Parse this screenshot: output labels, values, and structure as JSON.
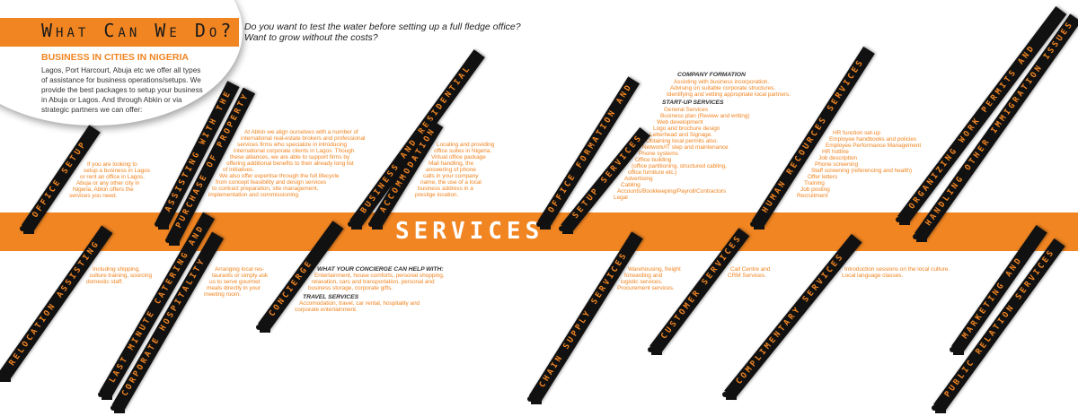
{
  "header": {
    "title": "What Can We Do?",
    "subtitle": "BUSINESS IN CITIES IN NIGERIA",
    "intro": "Lagos, Port Harcourt, Abuja etc we offer all types of assistance for business operations/setups. We provide the best packages to setup your business in Abuja or Lagos. And through Abkin or via strategic partners we can offer:"
  },
  "question": [
    "Do you want to test the water before setting up a full fledge office?",
    "Want to grow without the costs?"
  ],
  "band_title": "SERVICES",
  "colors": {
    "accent": "#f18522",
    "ribbon": "#111111"
  },
  "ribbons": [
    "Office Setup",
    "Assisting with the",
    "purchase of property",
    "Business and residential",
    "accommodation",
    "Office formation and",
    "setup services",
    "Human Recources services",
    "Organizing work permits and",
    "handling other immigration issues",
    "Relocation assisting",
    "Last minute catering and",
    "corporate hospitality",
    "Concierge",
    "Chain supply services",
    "Customer services",
    "Complimentary services",
    "Marketing and",
    "Public relation services"
  ],
  "blocks": {
    "office_setup": [
      "If you are looking to",
      "setup a business in Lagos",
      "or rent an office in Lagos,",
      "Abuja or any other city in",
      "Nigeria, Abkin offers the",
      "services you need."
    ],
    "property": [
      "At Abkin we align ourselves with a number of",
      "international real-estate brokers and professional",
      "services firms who specialize in introducing",
      "international corporate clients in Lagos. Though",
      "these alliances, we are able to support firms by",
      "offering additional benefits to their already long list",
      "of initiatives.",
      "We also offer expertise through the full lifecycle",
      "from concept feasibility and design services",
      "to contract preparation, site management,",
      "implementation and commissioning."
    ],
    "accommodation": [
      "Locating and providing",
      "office suites in Nigeria.",
      "Virtual office package",
      "Mail handling, the",
      "answering of phone",
      "calls in your company",
      "name, the use of a local",
      "business address in a",
      "prestige location."
    ],
    "company_formation_heading": "COMPANY FORMATION",
    "company_formation": [
      "Assisting with business incorporation.",
      "Advising on suitable corporate structures.",
      "Identifying and vetting appropriate local partners."
    ],
    "startup_heading": "START-UP SERVICES",
    "startup": [
      "General Services",
      "Business plan (Review and writing)",
      "Web development",
      "Logo and brochure design",
      "Letterhead and Signage.",
      "Obtaining local permits also.",
      "Network/IT step and maintenance",
      "Phone systems",
      "Office building",
      "(office partitioning, structured cabling,",
      "office furniture etc.)",
      "Advertising",
      "Cabling",
      "Accounts/Bookkeeping/Payroll/Contractors",
      "Legal"
    ],
    "hr": [
      "HR function set-up",
      "Employee handbooks and policies",
      "Employee Performance Management",
      "HR hotline",
      "Job description",
      "Phone screening",
      "Staff screening (referencing and health)",
      "Offer letters",
      "Training",
      "Job posting",
      "Recruitment"
    ],
    "relocation": [
      "Including shipping,",
      "culture training, sourcing",
      "domestic staff."
    ],
    "catering": [
      "Arranging local res-",
      "taurants or simply ask",
      "us to serve gourmet",
      "meals directly in your",
      "meeting room."
    ],
    "concierge_heading": "WHAT YOUR CONCIERGE CAN HELP WITH:",
    "concierge": [
      "Entertainment, house comforts, personal shopping,",
      "relaxation, cars and transportation, personal and",
      "business storage, corporate gifts."
    ],
    "travel_heading": "TRAVEL SERVICES",
    "travel": [
      "Accomodation, travel, car rental, hospitality and",
      "corporate entertainment."
    ],
    "chain": [
      "Warehousing, freight",
      "forwarding and",
      "logistic services.",
      "Procurement services."
    ],
    "customer": [
      "Call Centre and",
      "CRM Services."
    ],
    "complimentary": [
      "Introduction sessions on the local culture.",
      "Local language classes."
    ]
  }
}
